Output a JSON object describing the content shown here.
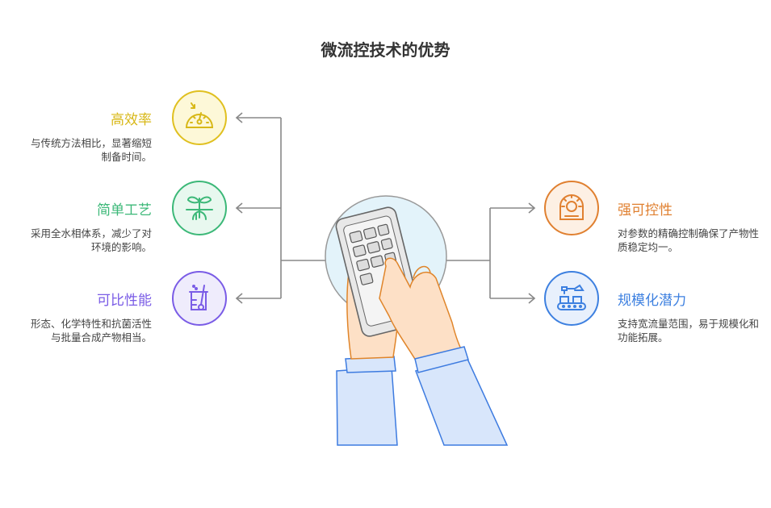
{
  "title": "微流控技术的优势",
  "left": [
    {
      "heading": "高效率",
      "desc": "与传统方法相比，显著缩短制备时间。",
      "icon": "speedometer-icon",
      "color": "#e0c020",
      "bg": "#fdf8d8"
    },
    {
      "heading": "简单工艺",
      "desc": "采用全水相体系，减少了对环境的影响。",
      "icon": "sprout-icon",
      "color": "#3cb878",
      "bg": "#e8f8ef"
    },
    {
      "heading": "可比性能",
      "desc": "形态、化学特性和抗菌活性与批量合成产物相当。",
      "icon": "beaker-icon",
      "color": "#7a5ce6",
      "bg": "#efecfc"
    }
  ],
  "right": [
    {
      "heading": "强可控性",
      "desc": "对参数的精确控制确保了产物性质稳定均一。",
      "icon": "control-knob-icon",
      "color": "#e08030",
      "bg": "#fdf0e4"
    },
    {
      "heading": "规模化潜力",
      "desc": "支持宽流量范围，易于规模化和功能拓展。",
      "icon": "conveyor-robot-icon",
      "color": "#3d80e0",
      "bg": "#e8f0fc"
    }
  ]
}
